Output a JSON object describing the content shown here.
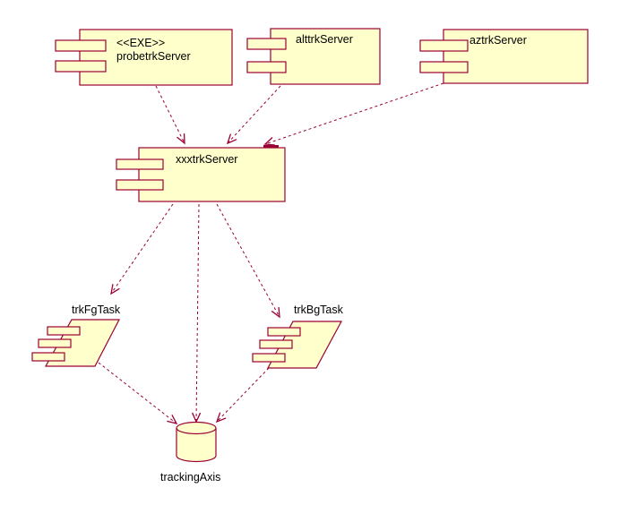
{
  "diagram_type": "uml-component-diagram",
  "colors": {
    "node_fill": "#FFFFCC",
    "node_stroke": "#990033",
    "label_text": "#000000",
    "background": "#FFFFFF"
  },
  "nodes": {
    "probetrkServer": {
      "kind": "component",
      "stereotype": "<<EXE>>",
      "label": "probetrkServer"
    },
    "alttrkServer": {
      "kind": "component",
      "label": "alttrkServer"
    },
    "aztrkServer": {
      "kind": "component",
      "label": "aztrkServer"
    },
    "xxxtrkServer": {
      "kind": "component",
      "label": "xxxtrkServer"
    },
    "trkFgTask": {
      "kind": "task",
      "label": "trkFgTask"
    },
    "trkBgTask": {
      "kind": "task",
      "label": "trkBgTask"
    },
    "trackingAxis": {
      "kind": "database",
      "label": "trackingAxis"
    }
  },
  "edges": [
    {
      "from": "probetrkServer",
      "to": "xxxtrkServer",
      "style": "dashed-dependency"
    },
    {
      "from": "alttrkServer",
      "to": "xxxtrkServer",
      "style": "dashed-dependency"
    },
    {
      "from": "aztrkServer",
      "to": "xxxtrkServer",
      "style": "dashed-dependency"
    },
    {
      "from": "xxxtrkServer",
      "to": "trkFgTask",
      "style": "dashed-dependency"
    },
    {
      "from": "xxxtrkServer",
      "to": "trackingAxis",
      "style": "dashed-dependency"
    },
    {
      "from": "xxxtrkServer",
      "to": "trkBgTask",
      "style": "dashed-dependency"
    },
    {
      "from": "trkFgTask",
      "to": "trackingAxis",
      "style": "dashed-dependency"
    },
    {
      "from": "trkBgTask",
      "to": "trackingAxis",
      "style": "dashed-dependency"
    }
  ]
}
